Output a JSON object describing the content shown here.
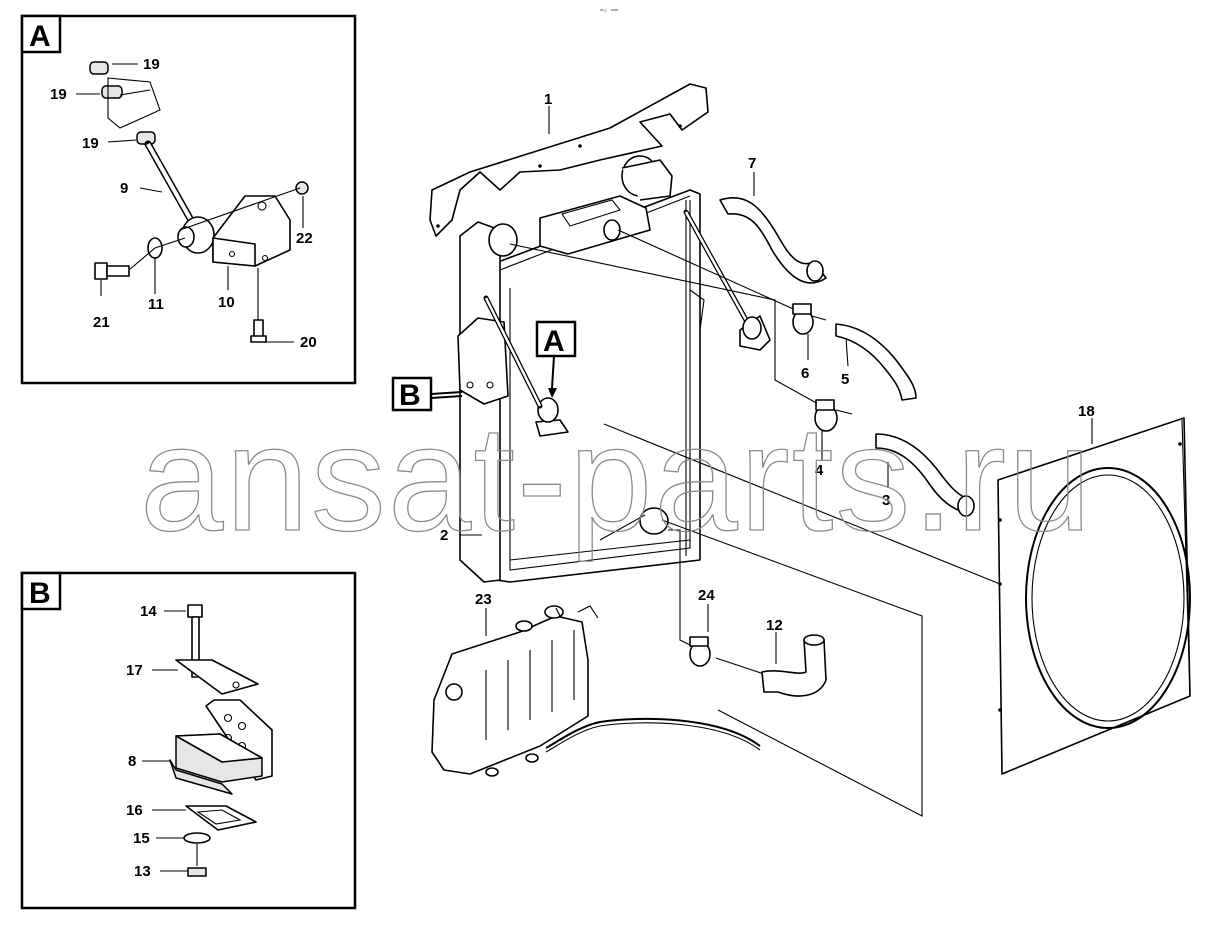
{
  "header": {
    "mark": "═₂ ══"
  },
  "watermark": "ansat-parts.ru",
  "insets": [
    {
      "id": "A",
      "label": "A"
    },
    {
      "id": "B",
      "label": "B"
    }
  ],
  "main_callouts": [
    {
      "id": "A",
      "label": "A"
    },
    {
      "id": "B",
      "label": "B"
    }
  ],
  "parts": {
    "p1": "1",
    "p2": "2",
    "p3": "3",
    "p4": "4",
    "p5": "5",
    "p6": "6",
    "p7": "7",
    "p8": "8",
    "p9": "9",
    "p10": "10",
    "p11": "11",
    "p12": "12",
    "p13": "13",
    "p14": "14",
    "p15": "15",
    "p16": "16",
    "p17": "17",
    "p18": "18",
    "p19a": "19",
    "p19b": "19",
    "p19c": "19",
    "p20": "20",
    "p21": "21",
    "p22": "22",
    "p23": "23",
    "p24": "24"
  }
}
